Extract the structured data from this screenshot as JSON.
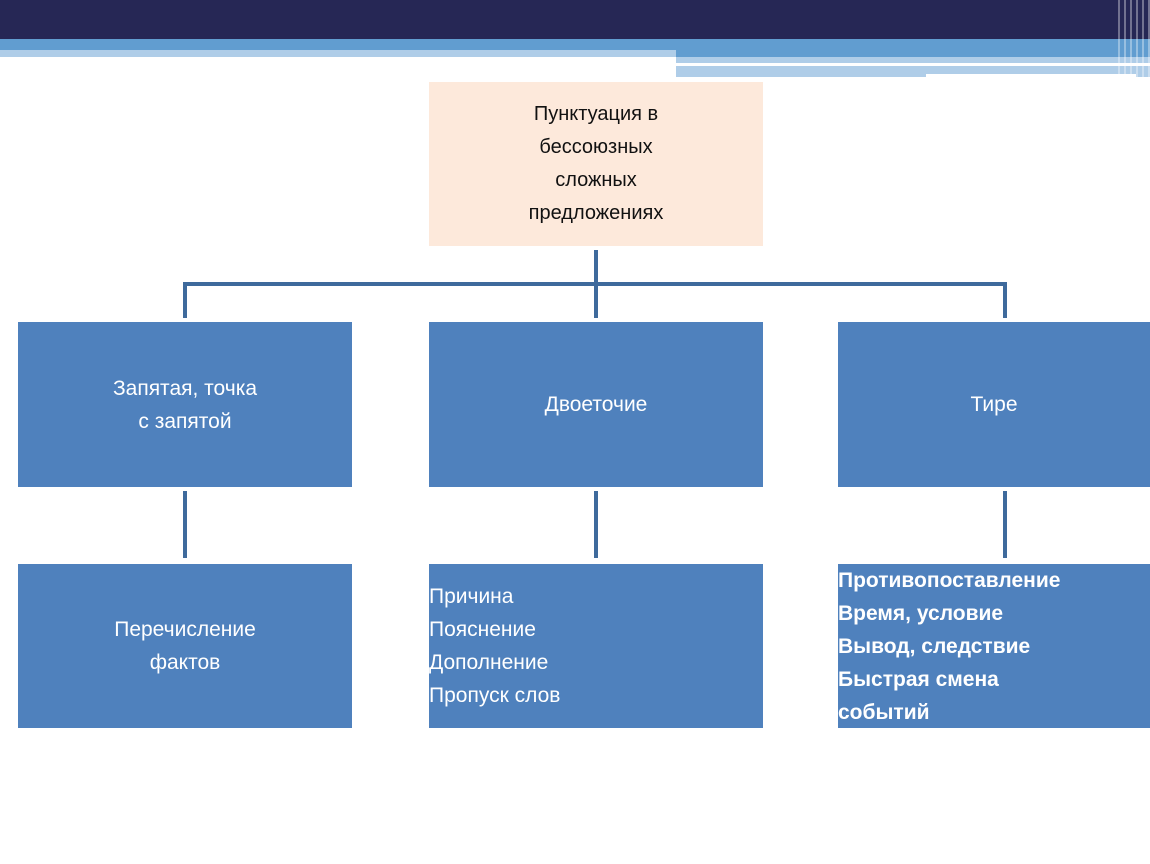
{
  "title": "Пунктуация в бессоюзных сложных предложениях",
  "title_lines": [
    "Пунктуация в",
    "бессоюзных",
    "сложных",
    "предложениях"
  ],
  "branches": [
    {
      "label_lines": [
        "Запятая, точка",
        "с запятой"
      ],
      "meaning_lines": [
        "Перечисление",
        "фактов"
      ]
    },
    {
      "label_lines": [
        "Двоеточие"
      ],
      "meaning_lines": [
        "Причина",
        "Пояснение",
        "Дополнение",
        "Пропуск слов"
      ]
    },
    {
      "label_lines": [
        "Тире"
      ],
      "meaning_lines": [
        "Противопоставление",
        "Время,  условие",
        "Вывод, следствие",
        "Быстрая смена",
        "событий"
      ]
    }
  ],
  "colors": {
    "header": "#262755",
    "accent": "#619dd0",
    "box": "#4f81bd",
    "root": "#fde9db"
  }
}
